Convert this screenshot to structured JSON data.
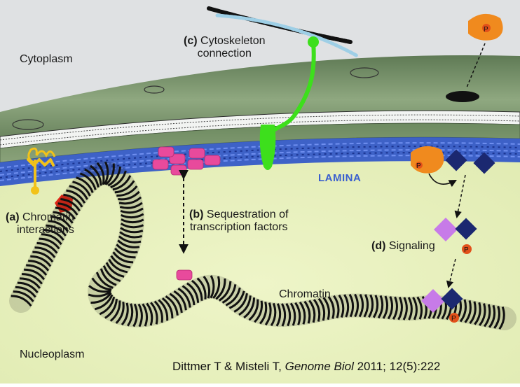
{
  "labels": {
    "cytoplasm": "Cytoplasm",
    "nucleoplasm": "Nucleoplasm",
    "lamina": "LAMINA",
    "chromatin": "Chromatin",
    "a_tag": "(a)",
    "a_line1": "Chromatin",
    "a_line2": "interactions",
    "b_tag": "(b)",
    "b_line1": "Sequestration of",
    "b_line2": "transcription factors",
    "c_tag": "(c)",
    "c_line1": "Cytoskeleton",
    "c_line2": "connection",
    "d_tag": "(d)",
    "d_text": "Signaling",
    "phospho": "P"
  },
  "citation": {
    "authors": "Dittmer T & Misteli T, ",
    "journal": "Genome Biol",
    "details": " 2011; 12(5):222"
  },
  "colors": {
    "cytoplasm_bg": "#dfe1e3",
    "membrane_green": "#7d9a6b",
    "nucleoplasm": "#e6f0be",
    "lamina_blue": "#2b52c9",
    "chromatin": "#111111",
    "green_protein": "#3ddf1c",
    "pink_factor": "#e84a9c",
    "orange_kinase": "#f08a1e",
    "navy_diamond": "#1b2870",
    "violet_diamond": "#c77be8",
    "red_pentagon": "#e02818",
    "yellow_protein": "#f2c21a"
  }
}
